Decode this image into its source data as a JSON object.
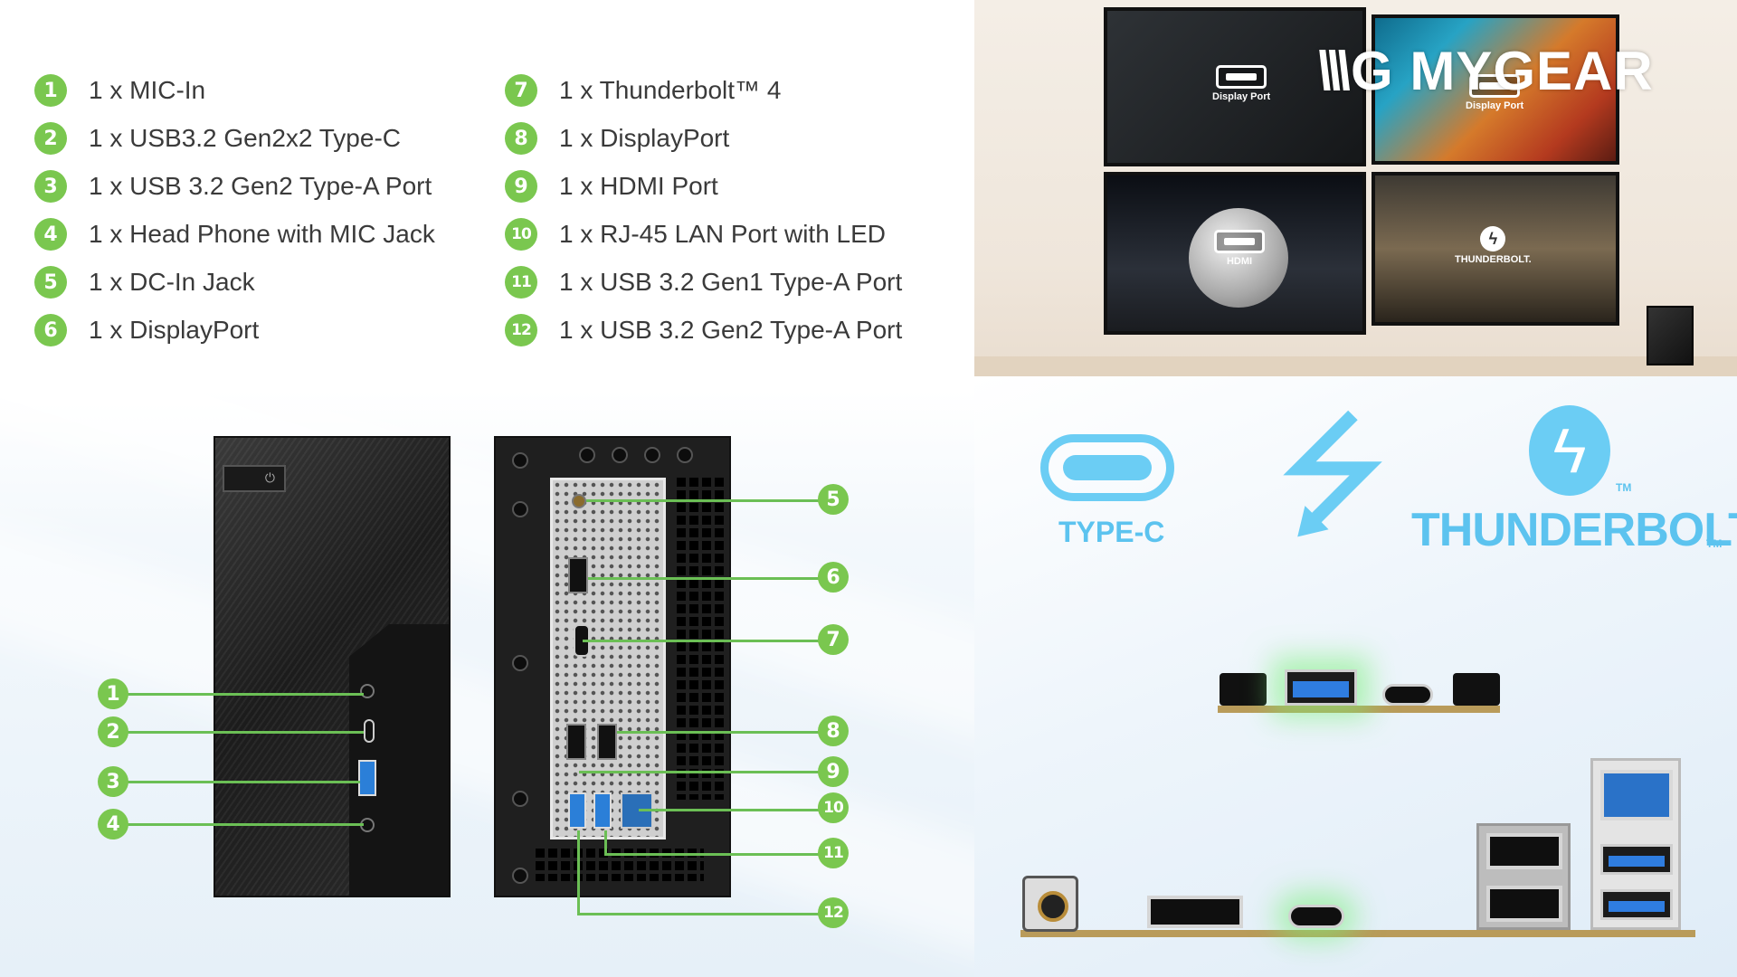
{
  "specs_left": [
    {
      "num": "1",
      "text": "1 x MIC-In"
    },
    {
      "num": "2",
      "text": "1 x USB3.2 Gen2x2 Type-C"
    },
    {
      "num": "3",
      "text": "1 x USB 3.2 Gen2 Type-A Port"
    },
    {
      "num": "4",
      "text": "1 x Head Phone with MIC Jack"
    },
    {
      "num": "5",
      "text": "1 x DC-In Jack"
    },
    {
      "num": "6",
      "text": "1 x DisplayPort"
    }
  ],
  "specs_right": [
    {
      "num": "7",
      "text": "1 x Thunderbolt™ 4"
    },
    {
      "num": "8",
      "text": "1 x DisplayPort"
    },
    {
      "num": "9",
      "text": "1 x HDMI Port"
    },
    {
      "num": "10",
      "text": "1 x RJ-45 LAN Port with LED"
    },
    {
      "num": "11",
      "text": "1 x USB 3.2 Gen1 Type-A Port"
    },
    {
      "num": "12",
      "text": "1 x USB 3.2 Gen2 Type-A Port"
    }
  ],
  "front_callouts": [
    "1",
    "2",
    "3",
    "4"
  ],
  "back_callouts": [
    "5",
    "6",
    "7",
    "8",
    "9",
    "10",
    "11",
    "12"
  ],
  "power_symbol": "⏻",
  "monitors": {
    "m1_label": "Display Port",
    "m2_label": "Display Port",
    "m3_label": "HDMI",
    "m4_label": "THUNDERBOLT."
  },
  "brand": {
    "slashes": "\\\\\\",
    "name": "G MYGEAR"
  },
  "interfaces": {
    "typec_label": "TYPE-C",
    "thunderbolt_label": "THUNDERBOLT",
    "tm": "TM",
    "usb_symbol": "⭍",
    "bolt_symbol": "ϟ"
  },
  "colors": {
    "accent_green": "#7ac74f",
    "interface_blue": "#6bcdf4"
  }
}
